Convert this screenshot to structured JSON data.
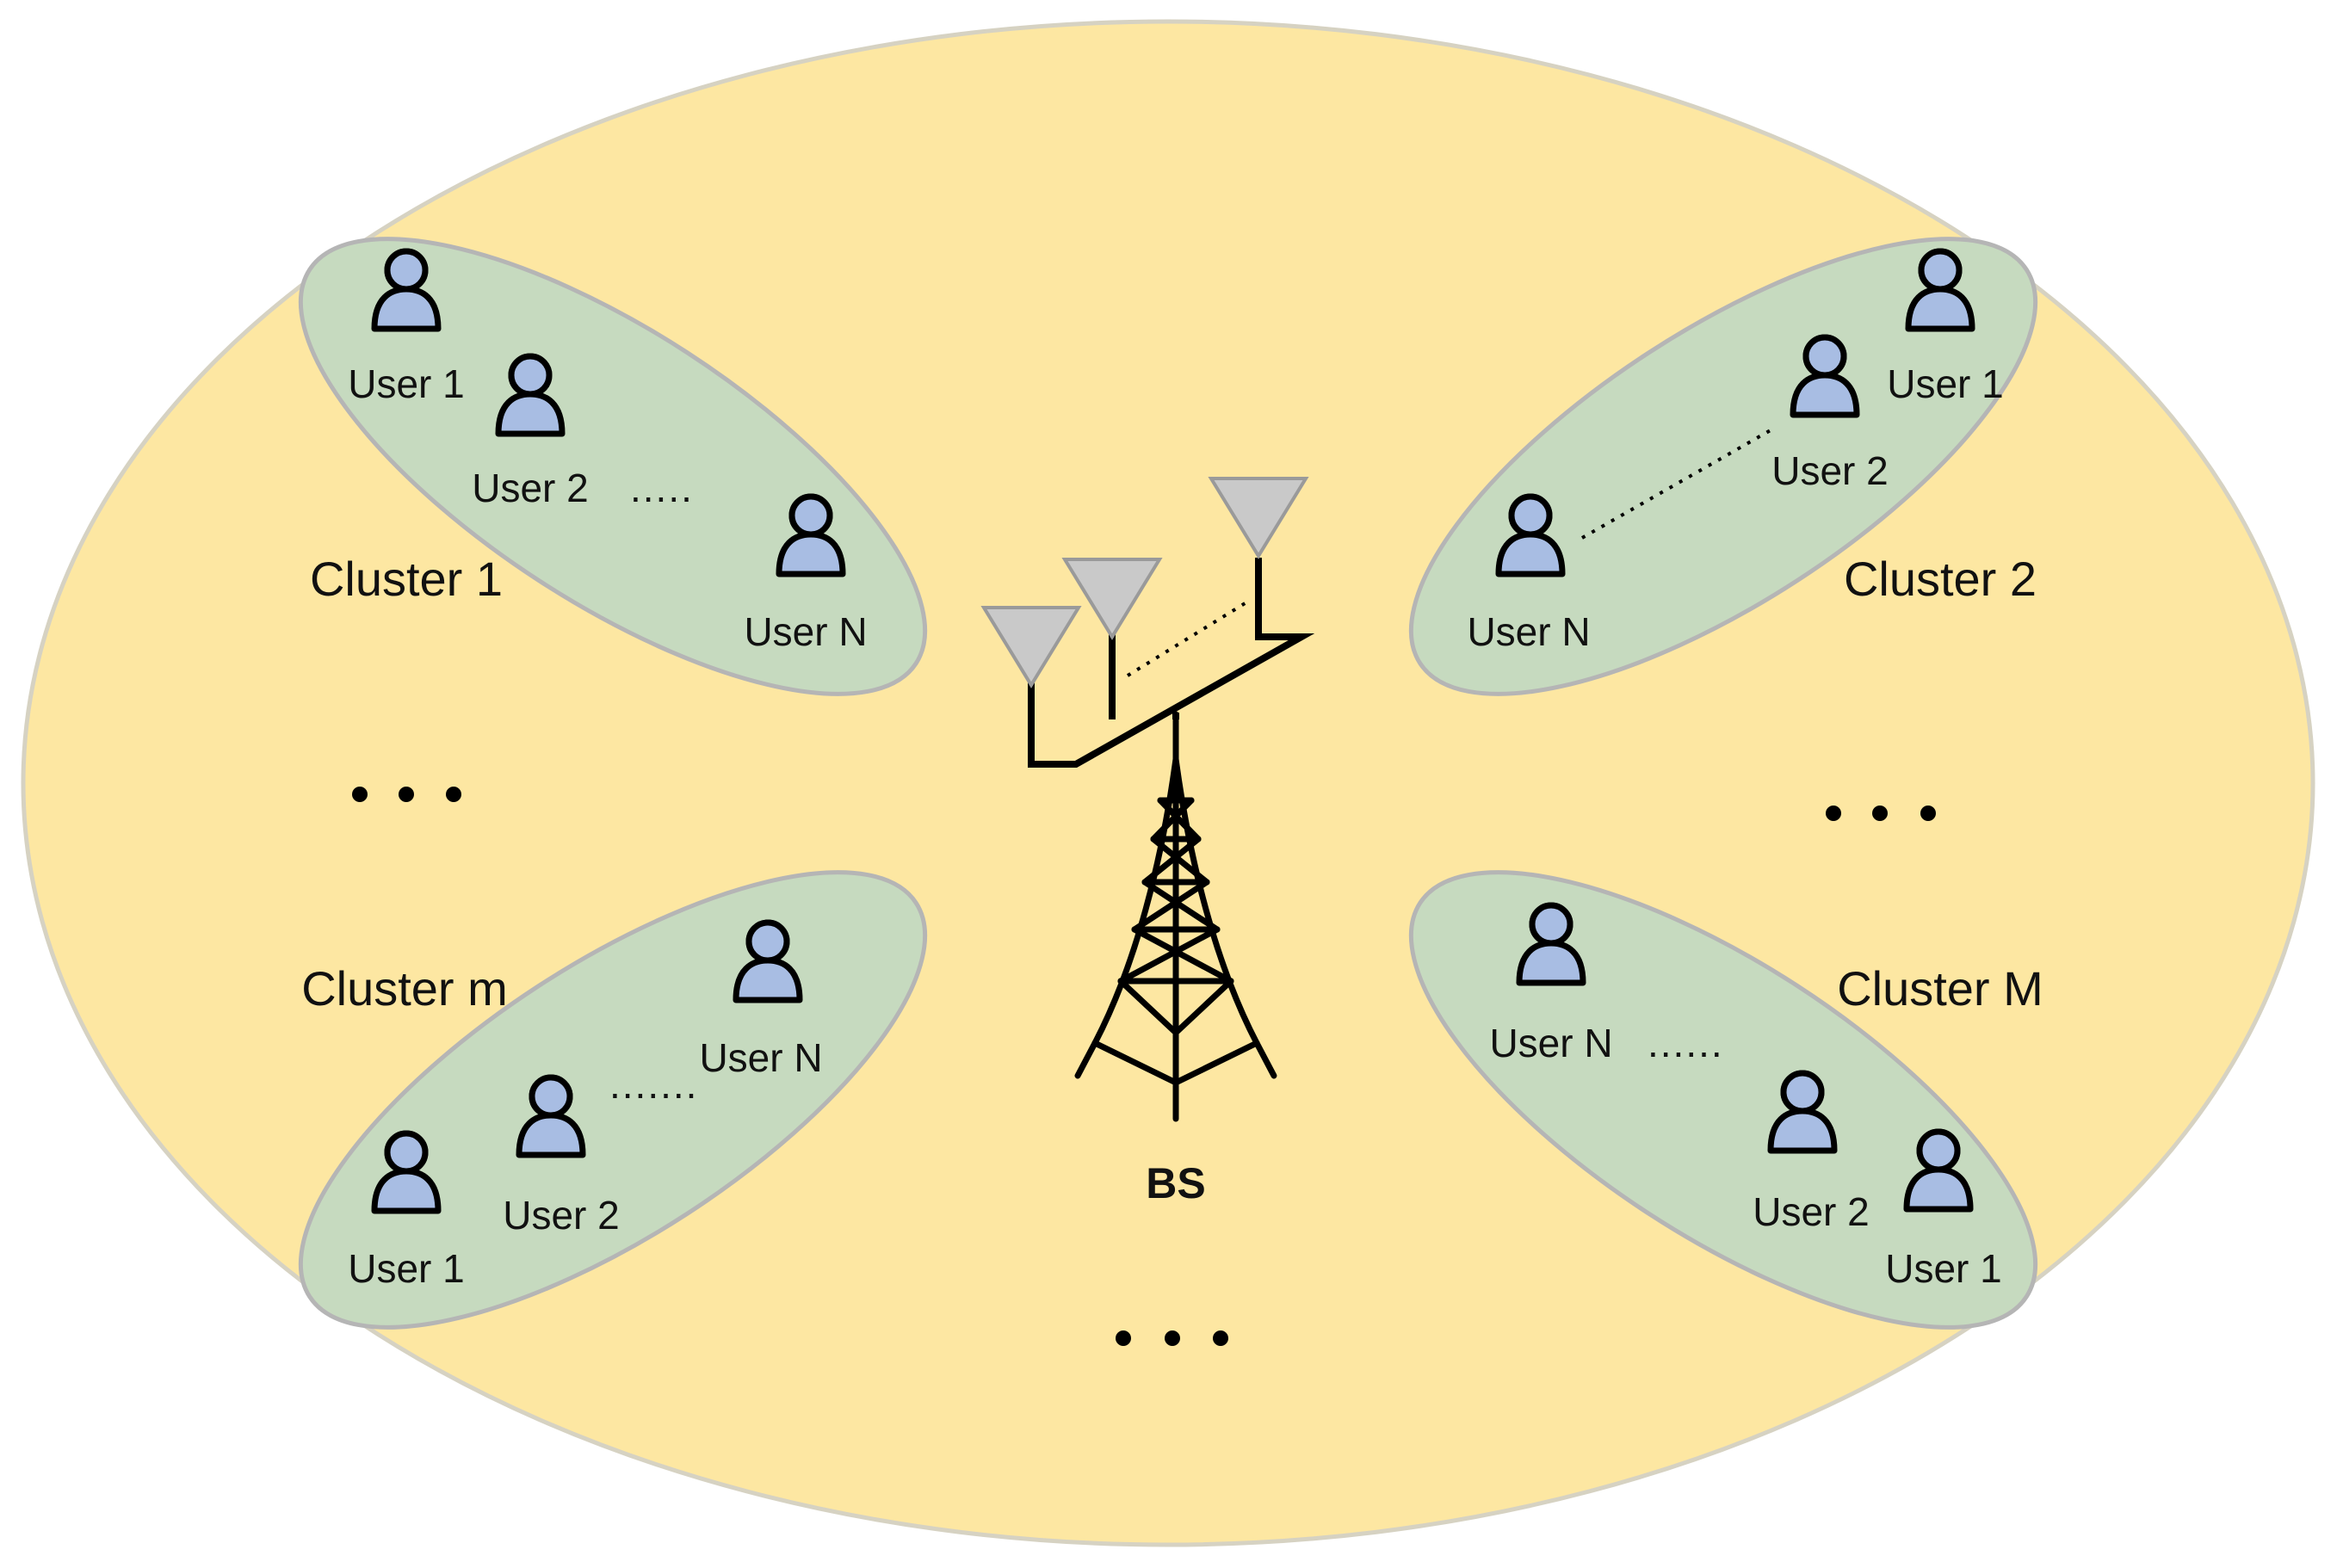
{
  "diagram": {
    "bs_label": "BS",
    "colors": {
      "cell_fill": "#fde7a2",
      "cell_stroke": "#d6d2c2",
      "cluster_fill": "#c6dabf",
      "cluster_stroke": "#b5b5b5",
      "user_fill": "#a8bde3",
      "antenna_fill": "#c9c9c9",
      "line": "#000000"
    },
    "clusters": [
      {
        "label": "Cluster 1",
        "users": [
          {
            "label": "User 1"
          },
          {
            "label": "User 2"
          },
          {
            "label": "User N"
          }
        ],
        "ellipsis": "....."
      },
      {
        "label": "Cluster 2",
        "users": [
          {
            "label": "User 1"
          },
          {
            "label": "User 2"
          },
          {
            "label": "User N"
          }
        ],
        "ellipsis": ""
      },
      {
        "label": "Cluster m",
        "users": [
          {
            "label": "User 1"
          },
          {
            "label": "User 2"
          },
          {
            "label": "User N"
          }
        ],
        "ellipsis": "......."
      },
      {
        "label": "Cluster M",
        "users": [
          {
            "label": "User 1"
          },
          {
            "label": "User 2"
          },
          {
            "label": "User N"
          }
        ],
        "ellipsis": "......"
      }
    ]
  }
}
